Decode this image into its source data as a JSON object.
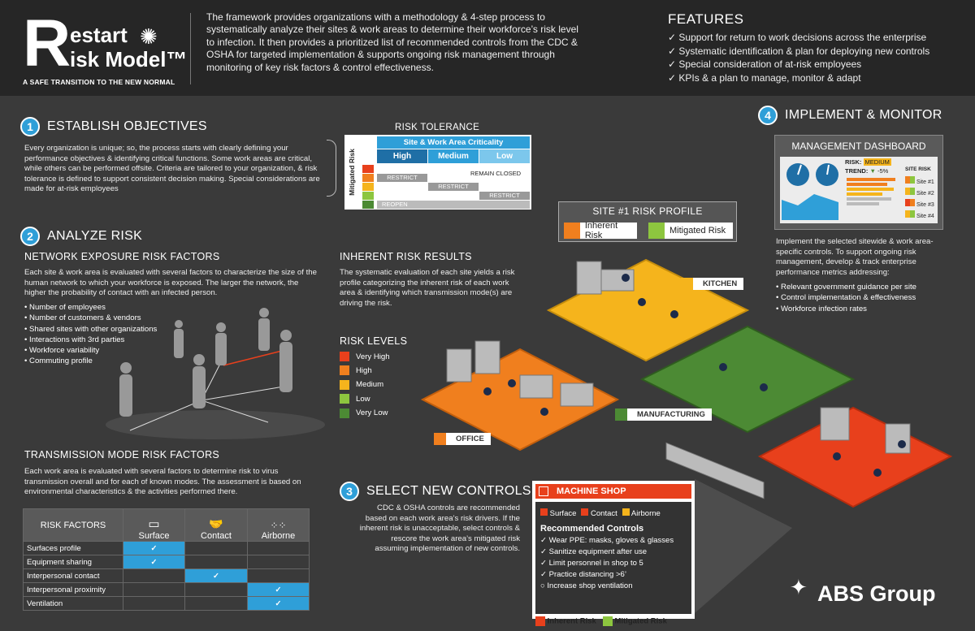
{
  "logo": {
    "r": "R",
    "line1": "estart",
    "line2": "isk Model™",
    "tagline": "A SAFE TRANSITION TO THE NEW NORMAL"
  },
  "intro": "The framework provides organizations with a methodology & 4-step process to systematically analyze their sites & work areas to determine their workforce’s risk level to infection.  It then provides a prioritized list of recommended controls from the CDC & OSHA for targeted implementation & supports ongoing risk management through monitoring of key risk factors & control effectiveness.",
  "features": {
    "title": "FEATURES",
    "items": [
      "Support for return to work decisions across the enterprise",
      "Systematic identification & plan for deploying new controls",
      "Special consideration of at-risk employees",
      "KPIs & a plan to manage, monitor & adapt"
    ]
  },
  "step1": {
    "num": "1",
    "title": "ESTABLISH OBJECTIVES",
    "text": "Every organization is unique; so, the process starts with clearly defining your performance objectives & identifying critical functions.  Some work areas are critical, while others can be performed offsite.  Criteria are tailored to your organization, & risk tolerance is defined to support consistent decision making.  Special considerations are made for at-risk employees"
  },
  "tolerance": {
    "title": "RISK TOLERANCE",
    "axis": "Mitigated Risk",
    "header": "Site & Work Area Criticality",
    "cols": [
      "High",
      "Medium",
      "Low"
    ],
    "remain": "REMAIN CLOSED",
    "restrict": "RESTRICT",
    "reopen": "REOPEN"
  },
  "step2": {
    "num": "2",
    "title": "ANALYZE RISK"
  },
  "network": {
    "title": "NETWORK EXPOSURE RISK FACTORS",
    "text": "Each site & work area is evaluated with several factors to characterize the size of the human network to which your workforce is exposed.  The larger the network, the higher the probability of contact with an infected person.",
    "items": [
      "Number of employees",
      "Number of customers & vendors",
      "Shared sites with other organizations",
      "Interactions with 3rd parties",
      "Workforce variability",
      "Commuting profile"
    ]
  },
  "transmission": {
    "title": "TRANSMISSION MODE RISK FACTORS",
    "text": "Each work area is evaluated with several factors to determine risk to virus transmission overall and for each of known modes.  The assessment is based on environmental characteristics & the activities performed there."
  },
  "factors_table": {
    "header": "RISK FACTORS",
    "modes": [
      "Surface",
      "Contact",
      "Airborne"
    ],
    "rows": [
      {
        "label": "Surfaces profile",
        "mark": "✓"
      },
      {
        "label": "Equipment sharing",
        "mark": "✓"
      },
      {
        "label": "Interpersonal contact",
        "mark": "✓"
      },
      {
        "label": "Interpersonal proximity",
        "mark": "✓"
      },
      {
        "label": "Ventilation",
        "mark": "✓"
      }
    ]
  },
  "inherent": {
    "title": "INHERENT RISK RESULTS",
    "text": "The systematic evaluation of each site yields a risk profile categorizing the inherent risk of each work area & identifying which transmission mode(s) are driving the risk."
  },
  "levels": {
    "title": "RISK LEVELS",
    "items": [
      {
        "label": "Very High",
        "color": "#e8401c"
      },
      {
        "label": "High",
        "color": "#f07f1e"
      },
      {
        "label": "Medium",
        "color": "#f5b41c"
      },
      {
        "label": "Low",
        "color": "#8dc63f"
      },
      {
        "label": "Very Low",
        "color": "#4c8a34"
      }
    ]
  },
  "profile": {
    "title": "SITE #1 RISK PROFILE",
    "inherent": "Inherent Risk",
    "mitigated": "Mitigated Risk"
  },
  "areas": {
    "kitchen": "KITCHEN",
    "manufacturing": "MANUFACTURING",
    "office": "OFFICE"
  },
  "step3": {
    "num": "3",
    "title": "SELECT NEW CONTROLS",
    "text": "CDC & OSHA controls are recommended based on each work area’s risk drivers. If the inherent risk is unacceptable, select controls & rescore the work area’s mitigated risk assuming implementation of new controls."
  },
  "machine": {
    "title": "MACHINE SHOP",
    "modes": [
      "Surface",
      "Contact",
      "Airborne"
    ],
    "rec_title": "Recommended Controls",
    "checked": [
      "Wear PPE: masks, gloves & glasses",
      "Sanitize equipment after use",
      "Limit personnel in shop to 5",
      "Practice distancing >6’"
    ],
    "unchecked": "Increase shop ventilation",
    "inherent": "Inherent Risk",
    "mitigated": "Mitigated Risk"
  },
  "step4": {
    "num": "4",
    "title": "IMPLEMENT & MONITOR"
  },
  "dashboard": {
    "title": "MANAGEMENT  DASHBOARD",
    "risk_label": "RISK:",
    "risk_value": "MEDIUM",
    "trend_label": "TREND:",
    "trend_value": "-5%",
    "site_risk": "SITE RISK",
    "sites": [
      "Site #1",
      "Site #2",
      "Site #3",
      "Site #4"
    ]
  },
  "implement": {
    "text": "Implement the selected sitewide & work area-specific controls.  To support ongoing risk management, develop & track enterprise performance metrics addressing:",
    "items": [
      "Relevant government guidance per site",
      "Control implementation & effectiveness",
      "Workforce infection rates"
    ]
  },
  "brand": "ABS Group"
}
